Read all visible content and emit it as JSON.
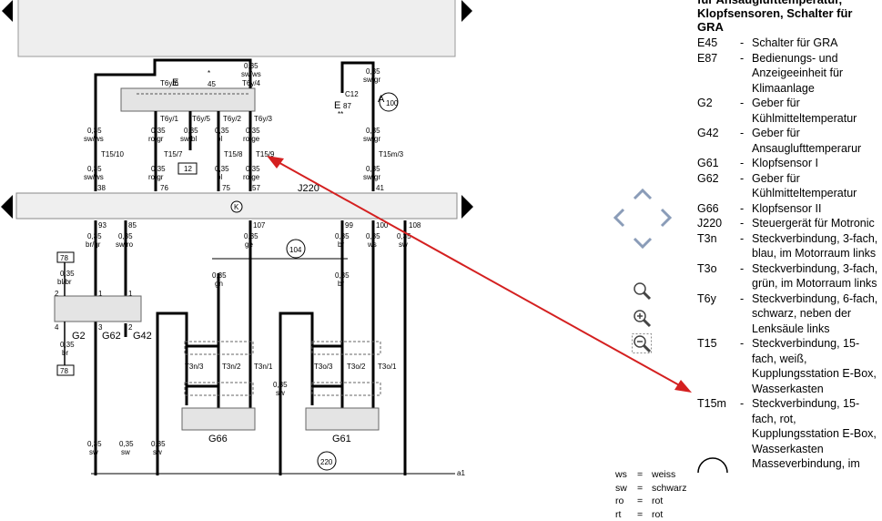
{
  "legend": {
    "title": "für Ansauglufttemperatur, Klopfsensoren, Schalter für GRA",
    "items": [
      {
        "code": "E45",
        "desc": "Schalter für GRA"
      },
      {
        "code": "E87",
        "desc": "Bedienungs- und Anzeigeeinheit für Klimaanlage"
      },
      {
        "code": "G2",
        "desc": "Geber für Kühlmitteltemperatur"
      },
      {
        "code": "G42",
        "desc": "Geber für Ansauglufttemperarur"
      },
      {
        "code": "G61",
        "desc": "Klopfsensor I"
      },
      {
        "code": "G62",
        "desc": "Geber für Kühlmitteltemperatur"
      },
      {
        "code": "G66",
        "desc": "Klopfsensor II"
      },
      {
        "code": "J220",
        "desc": "Steuergerät für Motronic"
      },
      {
        "code": "T3n",
        "desc": "Steckverbindung, 3-fach, blau, im Motorraum links"
      },
      {
        "code": "T3o",
        "desc": "Steckverbindung, 3-fach, grün, im Motorraum links"
      },
      {
        "code": "T6y",
        "desc": "Steckverbindung, 6-fach, schwarz, neben der Lenksäule links"
      },
      {
        "code": "T15",
        "desc": "Steckverbindung, 15-fach, weiß, Kupplungsstation E-Box, Wasserkasten"
      },
      {
        "code": "T15m",
        "desc": "Steckverbindung, 15-fach, rot, Kupplungsstation E-Box, Wasserkasten"
      },
      {
        "code": "",
        "desc": "Masseverbindung, im"
      }
    ],
    "dash": "-"
  },
  "abbreviations": [
    {
      "abbr": "ws",
      "meaning": "weiss"
    },
    {
      "abbr": "sw",
      "meaning": "schwarz"
    },
    {
      "abbr": "ro",
      "meaning": "rot"
    },
    {
      "abbr": "rt",
      "meaning": "rot"
    }
  ],
  "abbr_eq": "=",
  "diagram": {
    "component_labels": {
      "e45": "E",
      "e45_num": "45",
      "e87": "E",
      "e87_num": "87",
      "c12": "C12",
      "g2": "G2",
      "g62": "G62",
      "g42": "G42",
      "g66": "G66",
      "g61": "G61",
      "j220": "J220",
      "star": "*",
      "stars2": "**",
      "a": "A",
      "ground_100": "100",
      "ground_104": "104",
      "ground_220": "220",
      "a1": "a1",
      "box_12": "12",
      "box_78_top": "78",
      "box_78_bottom": "78"
    },
    "connector_labels": {
      "t6y_6": "T6y/6",
      "t6y_4": "T6y/4",
      "t6y_1": "T6y/1",
      "t6y_5": "T6y/5",
      "t6y_2": "T6y/2",
      "t6y_3": "T6y/3",
      "t15_10": "T15/10",
      "t15_7": "T15/7",
      "t15_8": "T15/8",
      "t15_9": "T15/9",
      "t15m_3": "T15m/3",
      "t3n_3": "T3n/3",
      "t3n_2": "T3n/2",
      "t3n_1": "T3n/1",
      "t3o_3": "T3o/3",
      "t3o_2": "T3o/2",
      "t3o_1": "T3o/1"
    },
    "pin_numbers": {
      "p38": "38",
      "p76": "76",
      "p75": "75",
      "p57": "57",
      "p41": "41",
      "p93": "93",
      "p85": "85",
      "p107": "107",
      "p99": "99",
      "p100": "100",
      "p108": "108",
      "s1": "1",
      "s2": "2",
      "s3": "3",
      "s4": "4"
    },
    "wires": {
      "w035": "0,35",
      "sw_ws": "sw/ws",
      "ro_gr": "ro/gr",
      "sw_bl": "sw/bl",
      "bl": "bl",
      "ro_ge": "ro/ge",
      "sw_gr": "sw/gr",
      "br_gr": "br/gr",
      "sw_ro": "sw/ro",
      "ge": "ge",
      "br": "br",
      "ws": "ws",
      "sw": "sw",
      "gn": "gn",
      "bl_br": "bl/br"
    }
  },
  "colors": {
    "arrow": "#d42020",
    "bus": "#efefef",
    "panel": "#eeeeee"
  },
  "icons": [
    "nav-up-icon",
    "nav-left-icon",
    "nav-right-icon",
    "nav-down-icon",
    "zoom-icon",
    "zoom-in-icon",
    "zoom-out-icon"
  ]
}
